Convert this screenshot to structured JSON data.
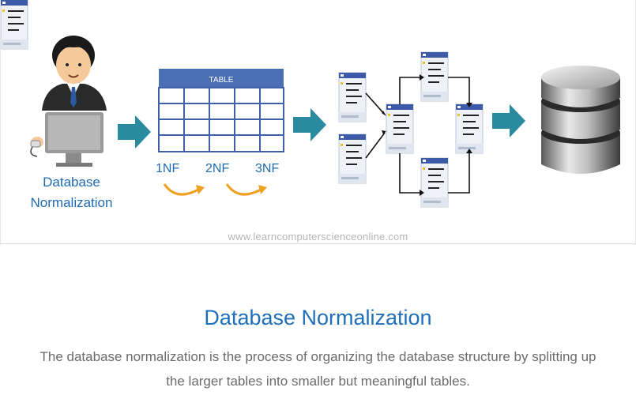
{
  "diagram": {
    "person_label_line1": "Database",
    "person_label_line2": "Normalization",
    "table_header": "TABLE",
    "nf_labels": [
      "1NF",
      "2NF",
      "3NF"
    ],
    "watermark": "www.learncomputerscienceonline.com"
  },
  "article": {
    "heading": "Database Normalization",
    "paragraph": "The database normalization is the process of organizing the database structure by splitting up the larger tables into smaller but meaningful tables."
  },
  "colors": {
    "arrow": "#2a8aa0",
    "table_header": "#4a6fb5",
    "label_blue": "#1f6bb0",
    "curve_orange": "#f0a020"
  }
}
